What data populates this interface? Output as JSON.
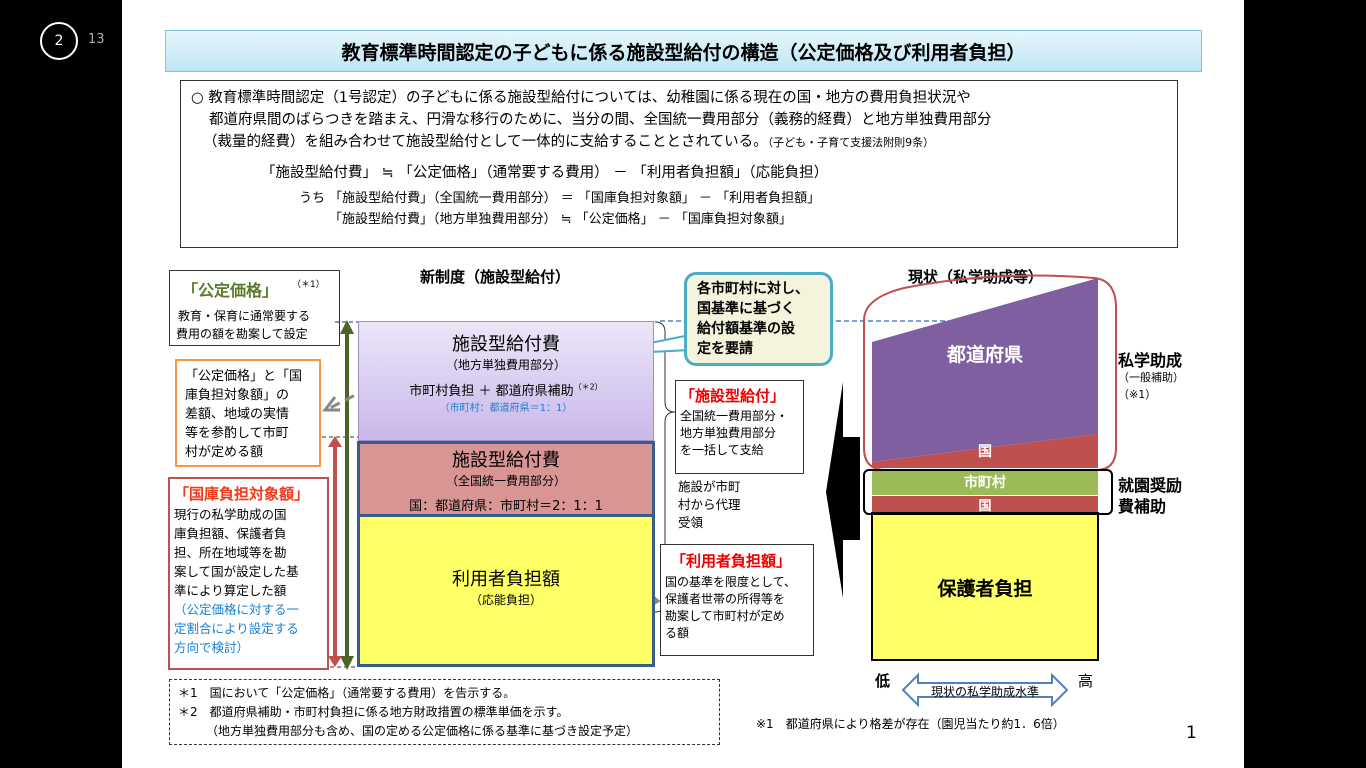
{
  "viewer": {
    "current_page": "2",
    "total_pages": "13"
  },
  "title": "教育標準時間認定の子どもに係る施設型給付の構造（公定価格及び利用者負担）",
  "intro": {
    "bullet": "○",
    "lines": [
      "教育標準時間認定（1号認定）の子どもに係る施設型給付については、幼稚園に係る現在の国・地方の費用負担状況や",
      "都道府県間のばらつきを踏まえ、円滑な移行のために、当分の間、全国統一費用部分（義務的経費）と地方単独費用部分",
      "（裁量的経費）を組み合わせて施設型給付として一体的に支給することとされている。"
    ],
    "law_ref": "（子ども・子育て支援法附則9条）",
    "formula": "「施設型給付費」 ≒ 「公定価格」（通常要する費用） － 「利用者負担額」（応能負担）",
    "sub1": "うち 「施設型給付費」（全国統一費用部分） ＝ 「国庫負担対象額」 － 「利用者負担額」",
    "sub2": "「施設型給付費」（地方単独費用部分） ≒ 「公定価格」 － 「国庫負担対象額」"
  },
  "new_system": {
    "heading": "新制度（施設型給付）",
    "koutei": {
      "title": "「公定価格」",
      "note": "（＊1）",
      "desc1": "教育・保育に通常要する",
      "desc2": "費用の額を勘案して設定"
    },
    "diff": {
      "lines": [
        "「公定価格」と「国",
        "庫負担対象額」の",
        "差額、地域の実情",
        "等を参酌して市町",
        "村が定める額"
      ]
    },
    "kokko": {
      "title": "「国庫負担対象額」",
      "lines": [
        "現行の私学助成の国",
        "庫負担額、保護者負",
        "担、所在地域等を勘",
        "案して国が設定した基",
        "準により算定した額"
      ],
      "blue": [
        "（公定価格に対する一",
        "定割合により設定する",
        "方向で検討）"
      ]
    },
    "local": {
      "title": "施設型給付費",
      "sub": "（地方単独費用部分）",
      "share": "市町村負担 ＋ 都道府県補助",
      "note": "（＊2）",
      "ratio": "（市町村：都道府県＝1：1）"
    },
    "national": {
      "title": "施設型給付費",
      "sub": "（全国統一費用部分）",
      "ratio": "国：都道府県：市町村＝2：1：1"
    },
    "user": {
      "title": "利用者負担額",
      "sub": "（応能負担）"
    },
    "callout": [
      "各市町村に対し、",
      "国基準に基づく",
      "給付額基準の設",
      "定を要請"
    ],
    "benefit": {
      "title": "「施設型給付」",
      "lines": [
        "全国統一費用部分・",
        "地方単独費用部分",
        "を一括して支給"
      ]
    },
    "proxy": [
      "施設が市町",
      "村から代理",
      "受領"
    ],
    "user_box": {
      "title": "「利用者負担額」",
      "lines": [
        "国の基準を限度として、",
        "保護者世帯の所得等を",
        "勘案して市町村が定め",
        "る額"
      ]
    },
    "footnotes": [
      "＊1　国において「公定価格」（通常要する費用）を告示する。",
      "＊2　都道府県補助・市町村負担に係る地方財政措置の標準単価を示す。",
      "（地方単独費用部分も含め、国の定める公定価格に係る基準に基づき設定予定）"
    ]
  },
  "current": {
    "heading": "現状（私学助成等）",
    "pref": "都道府県",
    "nat1": "国",
    "muni": "市町村",
    "nat2": "国",
    "parent": "保護者負担",
    "shigaku": "私学助成",
    "ippan": "（一般補助）",
    "kome": "（※1）",
    "shuen1": "就園奨励",
    "shuen2": "費補助",
    "low": "低",
    "high": "高",
    "level": "現状の私学助成水準",
    "note": "※1　都道府県により格差が存在（園児当たり約1．6倍）"
  },
  "slide_number": "1",
  "colors": {
    "purple": "#7f5fa0",
    "red": "#c0504d",
    "green": "#9bbb59",
    "yellow": "#ffff66",
    "pink": "#d99594",
    "lavender": "#dcd2f0"
  }
}
